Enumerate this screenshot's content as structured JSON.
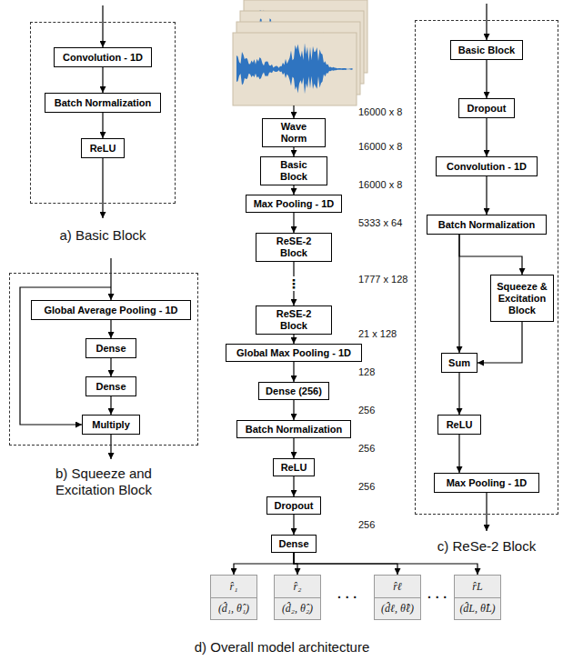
{
  "diagram": {
    "nodes": [
      {
        "text": [
          "a) Basic Block"
        ]
      },
      {
        "text": [
          "Convolution - 1D"
        ],
        "in": 0
      },
      {
        "text": [
          "Batch Normalization"
        ],
        "in": 0
      },
      {
        "text": [
          "ReLU"
        ],
        "in": 0
      },
      {
        "text": [
          "b) Squeeze and Excitation Block"
        ]
      },
      {
        "text": [
          "Global Average Pooling - 1D"
        ],
        "in": 4
      },
      {
        "text": [
          "Dense"
        ],
        "in": 4
      },
      {
        "text": [
          "Dense"
        ],
        "in": 4
      },
      {
        "text": [
          "Multiply"
        ],
        "in": 4
      },
      {
        "text": [
          "Wave Norm"
        ]
      },
      {
        "text": [
          "Basic Block"
        ]
      },
      {
        "text": [
          "Max Pooling - 1D"
        ]
      },
      {
        "text": [
          "ReSE-2 Block"
        ]
      },
      {
        "text": [
          "ReSE-2 Block"
        ]
      },
      {
        "text": [
          "Global Max Pooling - 1D"
        ]
      },
      {
        "text": [
          "Dense (256)"
        ]
      },
      {
        "text": [
          "Batch Normalization"
        ]
      },
      {
        "text": [
          "ReLU"
        ]
      },
      {
        "text": [
          "Dropout"
        ]
      },
      {
        "text": [
          "Dense"
        ]
      },
      {
        "text": [
          "r̂₁",
          "(d̂₁, θ̂₁)"
        ]
      },
      {
        "text": [
          "r̂₂",
          "(d̂₂, θ̂₂)"
        ]
      },
      {
        "text": [
          "r̂ℓ",
          "(d̂ℓ, θ̂ℓ)"
        ]
      },
      {
        "text": [
          "r̂L",
          "(d̂L, θ̂L)"
        ]
      },
      {
        "text": [
          "c) ReSe-2 Block"
        ]
      },
      {
        "text": [
          "Basic Block"
        ],
        "in": 24
      },
      {
        "text": [
          "Dropout"
        ],
        "in": 24
      },
      {
        "text": [
          "Convolution - 1D"
        ],
        "in": 24
      },
      {
        "text": [
          "Batch Normalization"
        ],
        "in": 24
      },
      {
        "text": [
          "Squeeze & Excitation Block"
        ],
        "in": 24
      },
      {
        "text": [
          "Sum"
        ],
        "in": 24
      },
      {
        "text": [
          "ReLU"
        ],
        "in": 24
      },
      {
        "text": [
          "Max Pooling - 1D"
        ],
        "in": 24
      }
    ],
    "edges": [
      {
        "from": 1,
        "to": 2,
        "arrow": "to"
      },
      {
        "from": 2,
        "to": 3,
        "arrow": "to"
      },
      {
        "from": 5,
        "to": 6,
        "arrow": "to"
      },
      {
        "from": 6,
        "to": 7,
        "arrow": "to"
      },
      {
        "from": 7,
        "to": 8,
        "arrow": "to"
      },
      {
        "from": 9,
        "to": 10,
        "arrow": "to"
      },
      {
        "from": 10,
        "to": 11,
        "arrow": "to"
      },
      {
        "from": 11,
        "to": 12,
        "arrow": "to"
      },
      {
        "from": 12,
        "to": 13,
        "label": "⋮",
        "arrow": "to"
      },
      {
        "from": 13,
        "to": 14,
        "arrow": "to"
      },
      {
        "from": 14,
        "to": 15,
        "arrow": "to"
      },
      {
        "from": 15,
        "to": 16,
        "arrow": "to"
      },
      {
        "from": 16,
        "to": 17,
        "arrow": "to"
      },
      {
        "from": 17,
        "to": 18,
        "arrow": "to"
      },
      {
        "from": 18,
        "to": 19,
        "arrow": "to"
      },
      {
        "from": 19,
        "to": 20,
        "arrow": "to"
      },
      {
        "from": 19,
        "to": 21,
        "arrow": "to"
      },
      {
        "from": 19,
        "to": 22,
        "arrow": "to"
      },
      {
        "from": 19,
        "to": 23,
        "arrow": "to"
      },
      {
        "from": 25,
        "to": 26,
        "arrow": "to"
      },
      {
        "from": 26,
        "to": 27,
        "arrow": "to"
      },
      {
        "from": 27,
        "to": 28,
        "arrow": "to"
      },
      {
        "from": 28,
        "to": 29,
        "arrow": "to"
      },
      {
        "from": 28,
        "to": 30,
        "arrow": "to"
      },
      {
        "from": 29,
        "to": 30,
        "arrow": "to"
      },
      {
        "from": 30,
        "to": 31,
        "arrow": "to"
      },
      {
        "from": 31,
        "to": 32,
        "arrow": "to"
      }
    ],
    "labels": [
      "16000 x 8",
      "16000 x 8",
      "16000 x 8",
      "5333 x 64",
      "1777 x 128",
      "21 x 128",
      "128",
      "256",
      "256",
      "256",
      "256",
      "· · ·",
      "· · ·",
      "d) Overall model architecture"
    ]
  }
}
